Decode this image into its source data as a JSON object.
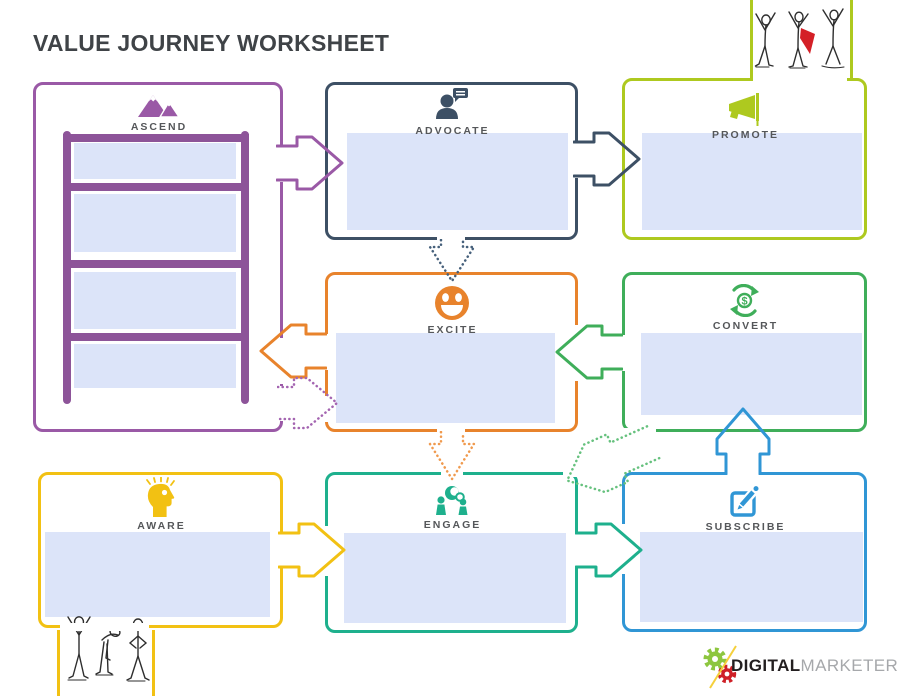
{
  "title": "VALUE JOURNEY WORKSHEET",
  "palette": {
    "title_gray": "#3f4347",
    "label_gray": "#55575a",
    "field": "#dce4f9",
    "ascend": "#9a59a6",
    "ladder": "#8d5499",
    "advocate": "#3d5065",
    "promote": "#aec91f",
    "excite": "#e8832c",
    "convert": "#3fae5a",
    "aware": "#f2c113",
    "engage": "#1eb08d",
    "subscribe": "#3096d5",
    "dotted_navy": "#46607b",
    "dotted_orange": "#f09a4e",
    "dotted_green": "#66c17e",
    "dotted_purple": "#a465b1",
    "logo_dark": "#231f20",
    "logo_gray": "#a6a8ab",
    "logo_green": "#8dc63f",
    "logo_red": "#cf2027",
    "logo_yellow": "#f5d03c",
    "figure_ink": "#2e2e2e",
    "cape_red": "#d42027"
  },
  "stages": [
    {
      "id": "ascend",
      "label": "ASCEND",
      "icon": "mountains-icon",
      "field_value": ""
    },
    {
      "id": "advocate",
      "label": "ADVOCATE",
      "icon": "person-speech-bubble-icon",
      "field_value": ""
    },
    {
      "id": "promote",
      "label": "PROMOTE",
      "icon": "megaphone-icon",
      "field_value": ""
    },
    {
      "id": "excite",
      "label": "EXCITE",
      "icon": "smiley-face-icon",
      "field_value": ""
    },
    {
      "id": "convert",
      "label": "CONVERT",
      "icon": "dollar-cycle-icon",
      "field_value": ""
    },
    {
      "id": "aware",
      "label": "AWARE",
      "icon": "idea-head-icon",
      "field_value": ""
    },
    {
      "id": "engage",
      "label": "ENGAGE",
      "icon": "people-conversation-icon",
      "field_value": ""
    },
    {
      "id": "subscribe",
      "label": "SUBSCRIBE",
      "icon": "pencil-square-icon",
      "field_value": ""
    }
  ],
  "ascend_ladder": {
    "rungs": 4,
    "field_values": [
      "",
      "",
      "",
      ""
    ]
  },
  "connections": [
    {
      "from": "ascend",
      "to": "advocate",
      "style": "solid",
      "color": "#9a59a6"
    },
    {
      "from": "advocate",
      "to": "promote",
      "style": "solid",
      "color": "#3d5065"
    },
    {
      "from": "convert",
      "to": "excite",
      "style": "solid",
      "color": "#3fae5a"
    },
    {
      "from": "excite",
      "to": "ascend",
      "style": "solid",
      "color": "#e8832c"
    },
    {
      "from": "aware",
      "to": "engage",
      "style": "solid",
      "color": "#f2c113"
    },
    {
      "from": "engage",
      "to": "subscribe",
      "style": "solid",
      "color": "#1eb08d"
    },
    {
      "from": "subscribe",
      "to": "convert",
      "style": "solid",
      "color": "#3096d5"
    },
    {
      "from": "advocate",
      "to": "excite",
      "style": "dotted",
      "color": "#46607b"
    },
    {
      "from": "excite",
      "to": "engage",
      "style": "dotted",
      "color": "#f09a4e"
    },
    {
      "from": "ascend",
      "to": "excite",
      "style": "dotted",
      "color": "#a465b1"
    },
    {
      "from": "convert",
      "to": "engage",
      "style": "dotted",
      "color": "#66c17e"
    }
  ],
  "logo": {
    "digital": "DIGITAL",
    "marketer": "MARKETER"
  }
}
